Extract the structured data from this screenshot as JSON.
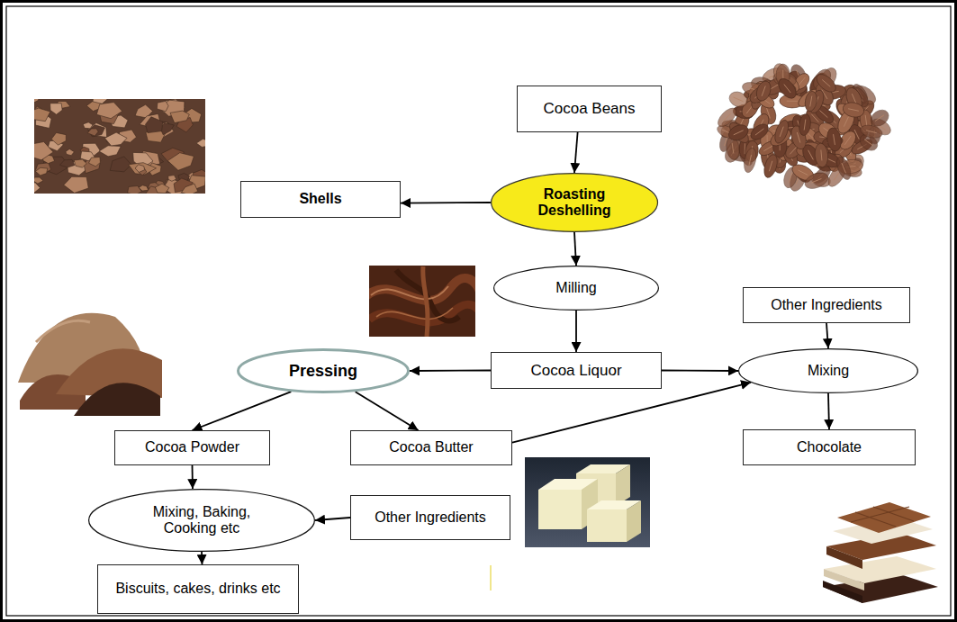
{
  "diagram": {
    "nodes": [
      {
        "text": [
          "Cocoa Beans"
        ]
      },
      {
        "text": [
          "Shells"
        ]
      },
      {
        "text": [
          "Roasting Deshelling"
        ]
      },
      {
        "text": [
          "Milling"
        ]
      },
      {
        "text": [
          "Other Ingredients"
        ]
      },
      {
        "text": [
          "Pressing"
        ]
      },
      {
        "text": [
          "Cocoa Liquor"
        ]
      },
      {
        "text": [
          "Mixing"
        ]
      },
      {
        "text": [
          "Cocoa Powder"
        ]
      },
      {
        "text": [
          "Cocoa Butter"
        ]
      },
      {
        "text": [
          "Chocolate"
        ]
      },
      {
        "text": [
          "Mixing, Baking, Cooking etc"
        ]
      },
      {
        "text": [
          "Other Ingredients"
        ]
      },
      {
        "text": [
          "Biscuits, cakes, drinks etc"
        ]
      }
    ],
    "edges": [
      {
        "from": 0,
        "to": 2,
        "arrow": "to"
      },
      {
        "from": 2,
        "to": 1,
        "arrow": "to"
      },
      {
        "from": 2,
        "to": 3,
        "arrow": "to"
      },
      {
        "from": 3,
        "to": 6,
        "arrow": "to"
      },
      {
        "from": 6,
        "to": 5,
        "arrow": "to"
      },
      {
        "from": 6,
        "to": 7,
        "arrow": "to"
      },
      {
        "from": 4,
        "to": 7,
        "arrow": "to"
      },
      {
        "from": 5,
        "to": 8,
        "arrow": "to"
      },
      {
        "from": 5,
        "to": 9,
        "arrow": "to"
      },
      {
        "from": 9,
        "to": 7,
        "arrow": "to"
      },
      {
        "from": 7,
        "to": 10,
        "arrow": "to"
      },
      {
        "from": 8,
        "to": 11,
        "arrow": "to"
      },
      {
        "from": 12,
        "to": 11,
        "arrow": "to"
      },
      {
        "from": 11,
        "to": 13,
        "arrow": "to"
      }
    ]
  }
}
